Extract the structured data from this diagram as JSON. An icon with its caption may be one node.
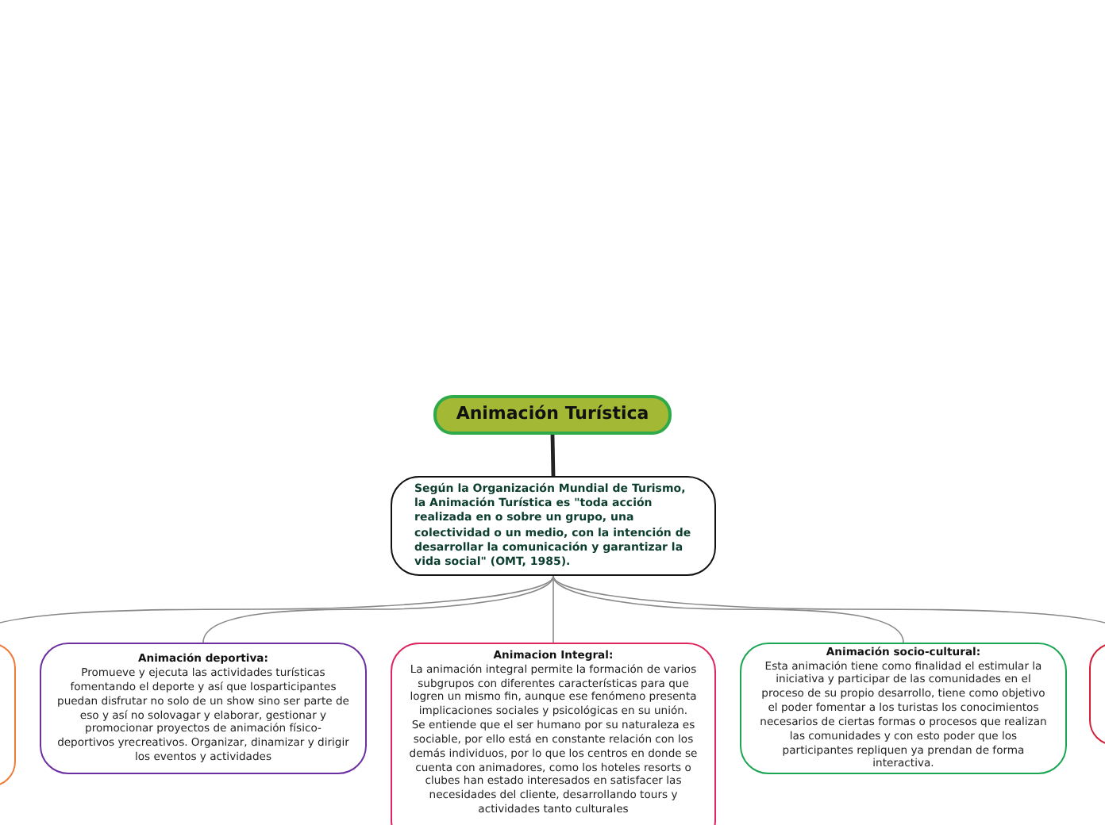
{
  "diagram": {
    "nodes": [
      {
        "text": [
          "Animación Turística"
        ]
      },
      {
        "text": [
          "Según la Organización Mundial de Turismo, la Animación Turística es \"toda acción realizada en o sobre un grupo, una colectividad o un medio, con la intención de desarrollar la comunicación y garantizar la vida social\" (OMT, 1985)."
        ]
      },
      {
        "text": [],
        "shape": "box"
      },
      {
        "text": [
          "Animación deportiva:",
          "Promueve  y ejecuta las  actividades turísticas fomentando el deporte  y   así   que losparticipantes puedan disfrutar no solo de un show sino ser parte de eso y así no solovagar y elaborar, gestionar y promocionar proyectos de animación físico-deportivos yrecreativos. Organizar, dinamizar y dirigir los eventos y actividades"
        ]
      },
      {
        "text": [
          "Animacion Integral:",
          "La animación integral permite la formación de varios subgrupos con diferentes características para que logren un mismo fin, aunque ese fenómeno presenta implicaciones sociales y psicológicas en su unión.",
          "Se entiende que el ser humano por su naturaleza es sociable, por ello está en constante relación con los demás individuos, por lo que los centros en donde se cuenta con animadores, como los hoteles resorts o clubes han estado interesados en satisfacer las necesidades del cliente, desarrollando tours y actividades tanto culturales"
        ]
      },
      {
        "text": [
          "Animación socio-cultural:",
          "Esta animación tiene como finalidad el estimular la iniciativa y participar de las comunidades en el proceso de su propio desarrollo, tiene como objetivo el poder fomentar a los turistas los conocimientos necesarios de ciertas formas o procesos que realizan las comunidades y con esto poder que los participantes repliquen ya prendan de forma interactiva."
        ]
      },
      {
        "text": [],
        "shape": "box"
      }
    ],
    "edges": [
      {
        "from": 0,
        "to": 1,
        "arrow": "none",
        "style": "thick",
        "color": "#222222"
      },
      {
        "from": 1,
        "to": 2,
        "arrow": "none"
      },
      {
        "from": 1,
        "to": 3,
        "arrow": "none"
      },
      {
        "from": 1,
        "to": 4,
        "arrow": "none"
      },
      {
        "from": 1,
        "to": 5,
        "arrow": "none"
      },
      {
        "from": 1,
        "to": 6,
        "arrow": "none"
      }
    ]
  }
}
